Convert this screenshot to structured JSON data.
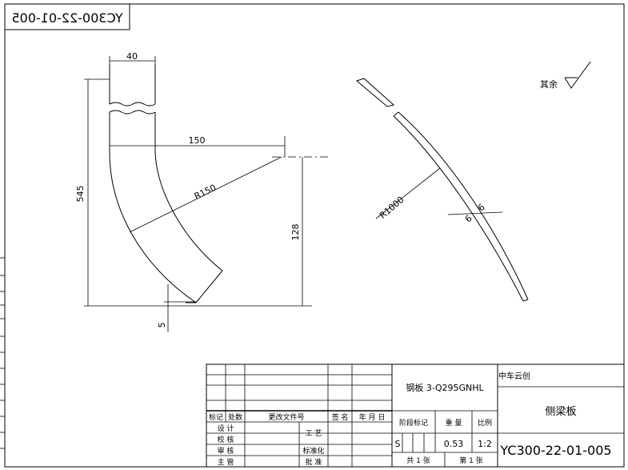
{
  "drawing_number_mirrored": "YC300-22-01-005",
  "surface_finish": {
    "label": "其余"
  },
  "dimensions": {
    "width_top": "40",
    "horizontal_150": "150",
    "radius_150": "R150",
    "height_545": "545",
    "height_128": "128",
    "offset_5": "5",
    "radius_1000": "R1000",
    "thickness_6": "6"
  },
  "title_block": {
    "material": "钢板  3-Q295GNHL",
    "company": "中车云创",
    "part_name": "侧梁板",
    "drawing_number": "YC300-22-01-005",
    "header_labels": {
      "mark": "标记",
      "count": "处数",
      "change_doc": "更改文件号",
      "signature": "签 名",
      "date": "年 月 日"
    },
    "row_labels": {
      "design": "设 计",
      "check": "校 核",
      "review": "审 核",
      "chief": "主 管"
    },
    "mid_labels": {
      "process": "工 艺",
      "standardization": "标准化",
      "approve": "批 准"
    },
    "stage_label": "阶段标记",
    "weight_label": "重 量",
    "scale_label": "比例",
    "stage_value": "S",
    "weight_value": "0.53",
    "scale_value": "1:2",
    "total_sheets": "共 1 张",
    "sheet_no": "第 1 张"
  }
}
